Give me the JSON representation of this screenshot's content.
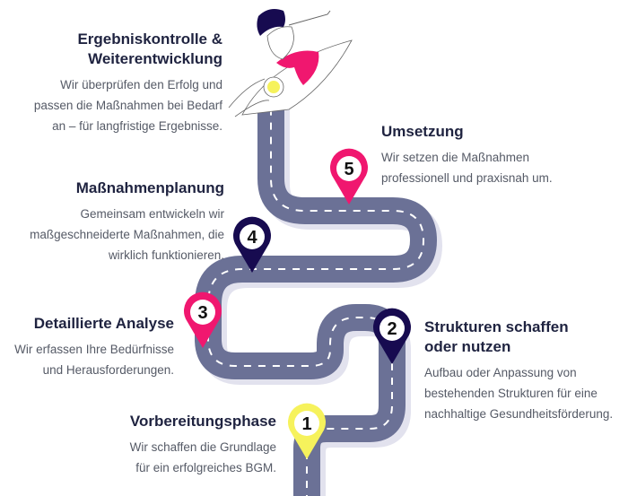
{
  "steps": [
    {
      "num": "1",
      "title": "Vorbereitungsphase",
      "text": [
        "Wir schaffen die Grundlage",
        "für ein erfolgreiches BGM."
      ],
      "color": "#f6f25c"
    },
    {
      "num": "2",
      "title": [
        "Strukturen schaffen",
        "oder nutzen"
      ],
      "text": [
        "Aufbau oder Anpassung von",
        "bestehenden Strukturen für eine",
        "nachhaltige Gesundheitsförderung."
      ],
      "color": "#170b50"
    },
    {
      "num": "3",
      "title": "Detaillierte Analyse",
      "text": [
        "Wir erfassen Ihre Bedürfnisse",
        "und Herausforderungen."
      ],
      "color": "#f0176f"
    },
    {
      "num": "4",
      "title": "Maßnahmenplanung",
      "text": [
        "Gemeinsam entwickeln wir",
        "maßgeschneiderte Maßnahmen, die",
        "wirklich funktionieren."
      ],
      "color": "#170b50"
    },
    {
      "num": "5",
      "title": "Umsetzung",
      "text": [
        "Wir setzen die Maßnahmen",
        "professionell und praxisnah um."
      ],
      "color": "#f0176f"
    },
    {
      "title": [
        "Ergebniskontrolle &",
        "Weiterentwicklung"
      ],
      "text": [
        "Wir überprüfen den Erfolg und",
        "passen die Maßnahmen bei Bedarf",
        "an – für langfristige Ergebnisse."
      ]
    }
  ],
  "colors": {
    "road": "#6b7196",
    "shadow": "#e2e2ee"
  }
}
